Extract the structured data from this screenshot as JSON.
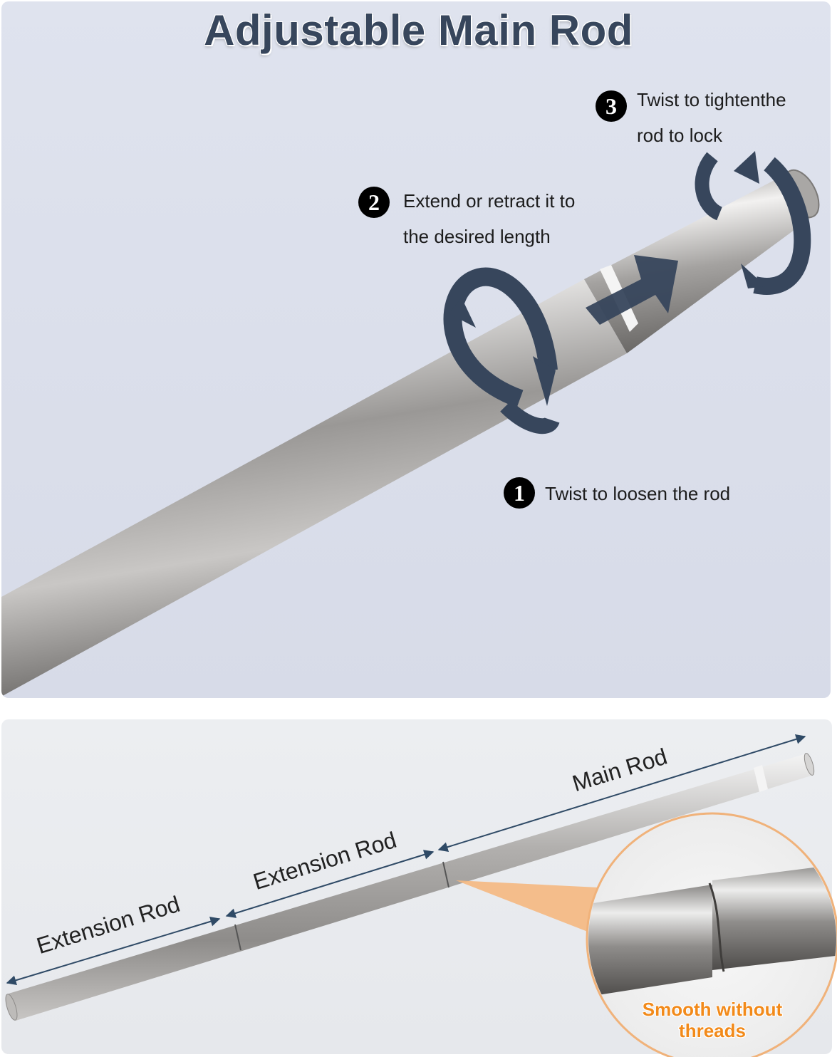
{
  "title": "Adjustable Main Rod",
  "steps": [
    {
      "number": "1",
      "text": "Twist to loosen the rod"
    },
    {
      "number": "2",
      "line1": "Extend or retract it to",
      "line2": "the desired length"
    },
    {
      "number": "3",
      "line1": "Twist to tightenthe",
      "line2": "rod to lock"
    }
  ],
  "segments": {
    "ext1": "Extension Rod",
    "ext2": "Extension Rod",
    "main": "Main Rod"
  },
  "zoom": {
    "line1": "Smooth without",
    "line2": "threads"
  },
  "colors": {
    "title": "#37465c",
    "arrow": "#37465c",
    "accent": "#f28a1a",
    "rod": "#b9b7b5"
  }
}
